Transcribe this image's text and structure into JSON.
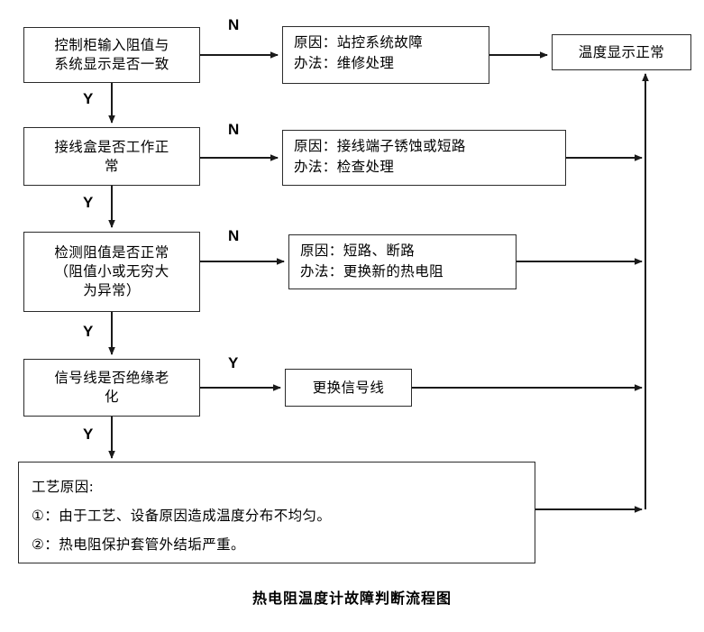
{
  "diagram": {
    "caption": "热电阻温度计故障判断流程图",
    "decisions": [
      {
        "id": "d1",
        "text": "控制柜输入阻值与\n系统显示是否一致"
      },
      {
        "id": "d2",
        "text": "接线盒是否工作正\n常"
      },
      {
        "id": "d3",
        "text": "检测阻值是否正常\n（阻值小或无穷大\n为异常）"
      },
      {
        "id": "d4",
        "text": "信号线是否绝缘老\n化"
      }
    ],
    "reasons": [
      {
        "id": "r1",
        "cause": "原因：站控系统故障",
        "method": "办法：维修处理"
      },
      {
        "id": "r2",
        "cause": "原因：接线端子锈蚀或短路",
        "method": "办法：检查处理"
      },
      {
        "id": "r3",
        "cause": "原因：短路、断路",
        "method": "办法：更换新的热电阻"
      }
    ],
    "actions": [
      {
        "id": "a1",
        "text": "更换信号线"
      }
    ],
    "terminal": {
      "id": "t1",
      "text": "温度显示正常"
    },
    "process": {
      "id": "p1",
      "title": "工艺原因:",
      "items": [
        "①：由于工艺、设备原因造成温度分布不均匀。",
        "②：热电阻保护套管外结垢严重。"
      ]
    },
    "edge_labels": {
      "n1": "N",
      "n2": "N",
      "n3": "N",
      "y1": "Y",
      "y2": "Y",
      "y3": "Y",
      "y4": "Y",
      "y5": "Y"
    },
    "colors": {
      "stroke": "#2b2b2b",
      "background": "#ffffff",
      "text": "#000000"
    }
  }
}
